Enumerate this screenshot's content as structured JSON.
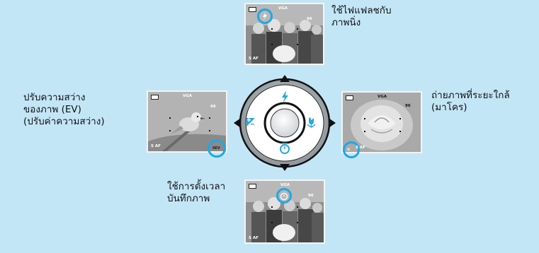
{
  "labels": {
    "flash": [
      "ใช้ไฟแฟลชกับ",
      "ภาพนิ่ง"
    ],
    "macro": [
      "ถ่ายภาพที่ระยะใกล้",
      "(มาโคร)"
    ],
    "ev": [
      "ปรับความสว่าง",
      "ของภาพ (EV)",
      "(ปรับค่าความสว่าง)"
    ],
    "timer": [
      "ใช้การตั้งเวลา",
      "บันทึกภาพ"
    ]
  },
  "screen": {
    "size_label": "VGA",
    "shots_remaining": "96",
    "focus_mode": "S AF",
    "ev_badge": "0EV"
  },
  "icons": {
    "flash": "lightning-bolt",
    "macro": "tulip",
    "timer": "self-timer",
    "ev": "exposure-plus-minus"
  },
  "colors": {
    "background": "#c3e6f7",
    "highlight": "#1fa7e6",
    "button_ring": "#9ea4a8",
    "button_face": "#ffffff",
    "icon_blue": "#2aa7df"
  }
}
